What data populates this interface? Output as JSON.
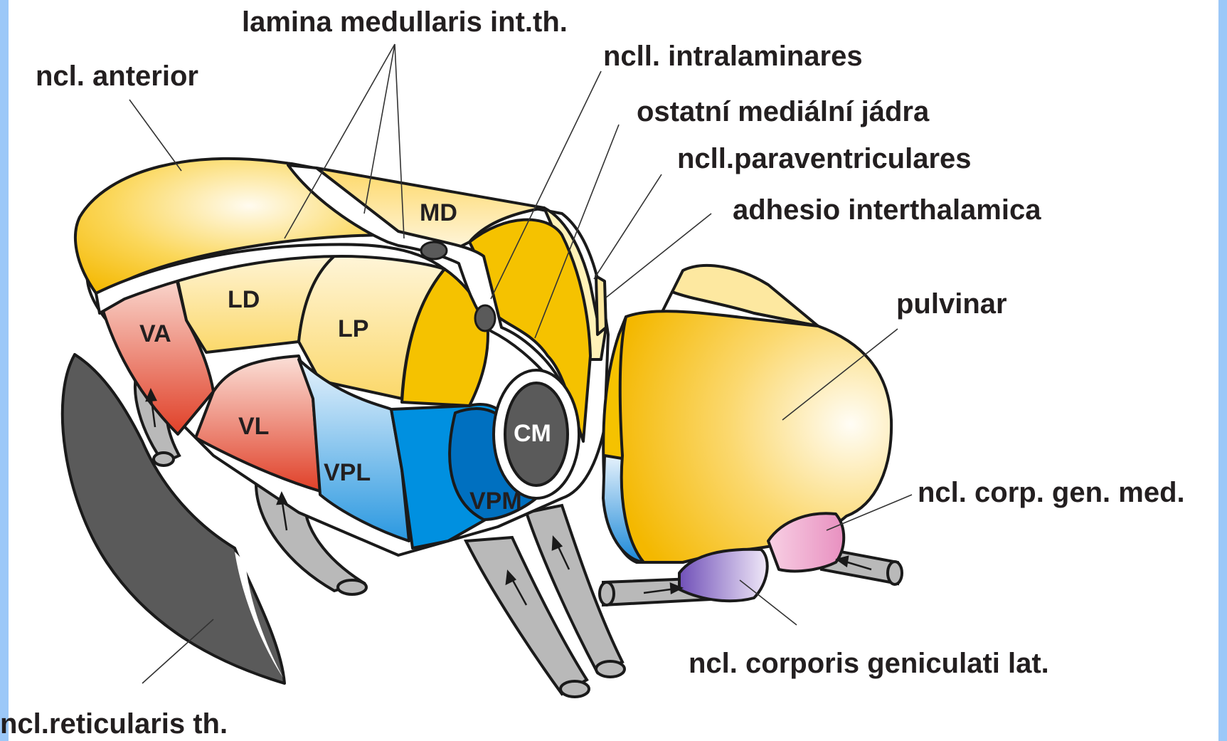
{
  "labels": {
    "lamina": "lamina medullaris int.th.",
    "anterior": "ncl. anterior",
    "intralaminares": "ncll. intralaminares",
    "medialni": "ostatní mediální jádra",
    "paraventriculares": "ncll.paraventriculares",
    "adhesio": "adhesio interthalamica",
    "pulvinar": "pulvinar",
    "gen_med": "ncl. corp. gen. med.",
    "gen_lat": "ncl. corporis geniculati lat.",
    "reticularis": "ncl.reticularis th."
  },
  "nuclei": {
    "md": "MD",
    "ld": "LD",
    "lp": "LP",
    "va": "VA",
    "vl": "VL",
    "vpl": "VPL",
    "vpm": "VPM",
    "cm": "CM"
  },
  "colors": {
    "background": "#9cc8f8",
    "panel": "#ffffff",
    "yellow": "#f5c200",
    "light_yellow": "#fde8a0",
    "red": "#e04a35",
    "blue": "#0090e0",
    "dark_blue": "#0070c0",
    "purple": "#8060c0",
    "pink": "#f0a0c8",
    "gray": "#b4b4b4",
    "dark_gray": "#555555"
  }
}
